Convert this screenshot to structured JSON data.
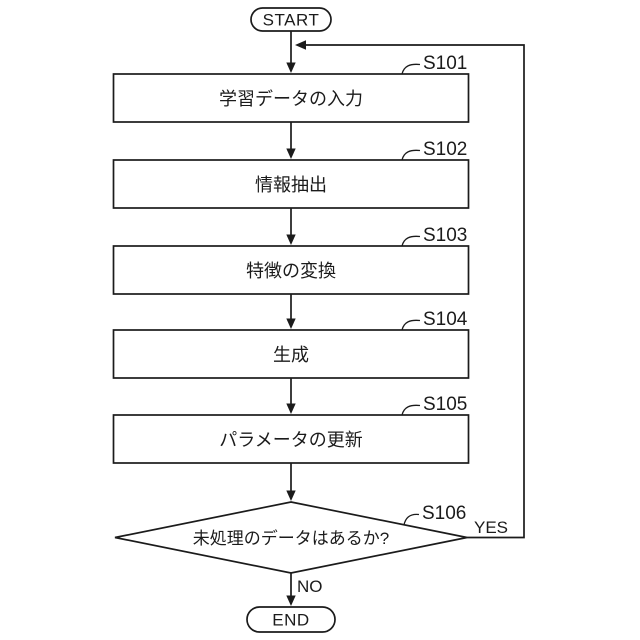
{
  "flow": {
    "start_label": "START",
    "end_label": "END",
    "yes_label": "YES",
    "no_label": "NO",
    "steps": [
      {
        "id": "S101",
        "label": "学習データの入力"
      },
      {
        "id": "S102",
        "label": "情報抽出"
      },
      {
        "id": "S103",
        "label": "特徴の変換"
      },
      {
        "id": "S104",
        "label": "生成"
      },
      {
        "id": "S105",
        "label": "パラメータの更新"
      }
    ],
    "decision": {
      "id": "S106",
      "label": "未処理のデータはあるか?"
    },
    "colors": {
      "line": "#1b1b1b",
      "shape_fill": "#ffffff",
      "background": "#ffffff"
    }
  }
}
